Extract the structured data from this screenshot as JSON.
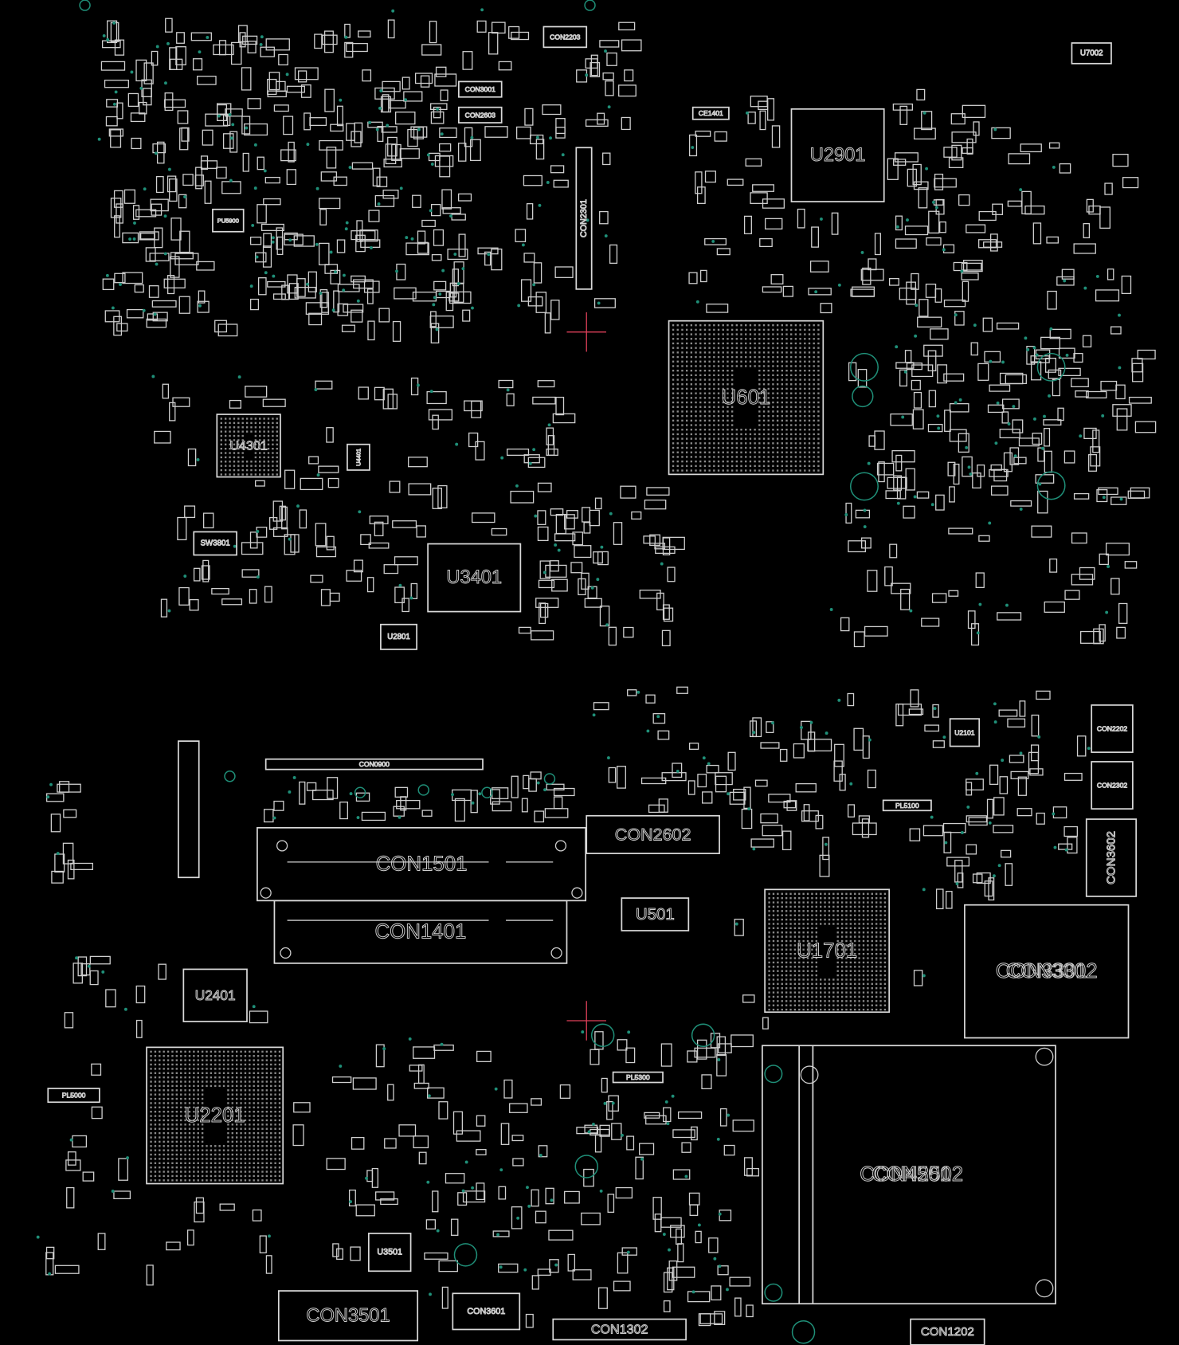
{
  "view": {
    "type": "pcb-boardview",
    "background": "#000000",
    "outline_color": "#d9d9d9",
    "via_color": "#1f8f78",
    "cursor_color": "#e0405a"
  },
  "components": {
    "U2901": "U2901",
    "U601": "U601",
    "U4301": "U4301",
    "U3401": "U3401",
    "CON2602": "CON2602",
    "CON1501": "CON1501",
    "CON1401": "CON1401",
    "U501": "U501",
    "U1701": "U1701",
    "CON3301": "CON3301",
    "CON3302": "CON3302",
    "U2401": "U2401",
    "U2201": "U2201",
    "CON2502": "CON2502",
    "CON4501": "CON4501",
    "CON3501": "CON3501",
    "CON3601": "CON3601",
    "CON1302": "CON1302",
    "CON1202": "CON1202",
    "U3501": "U3501",
    "U2801": "U2801",
    "SW3801": "SW3801",
    "CON3001": "CON3001",
    "CON2603": "CON2603",
    "CON2203": "CON2203",
    "CON2301": "CON2301",
    "CE1401": "CE1401",
    "CON3602": "CON3602",
    "CON2202": "CON2202",
    "CON2302": "CON2302",
    "PL5100": "PL5100",
    "PL5300": "PL5300",
    "PL5000": "PL5000",
    "U2101": "U2101",
    "CON0900": "CON0900",
    "U4401": "U4401",
    "PU5900": "PU5900",
    "U7002": "U7002"
  }
}
